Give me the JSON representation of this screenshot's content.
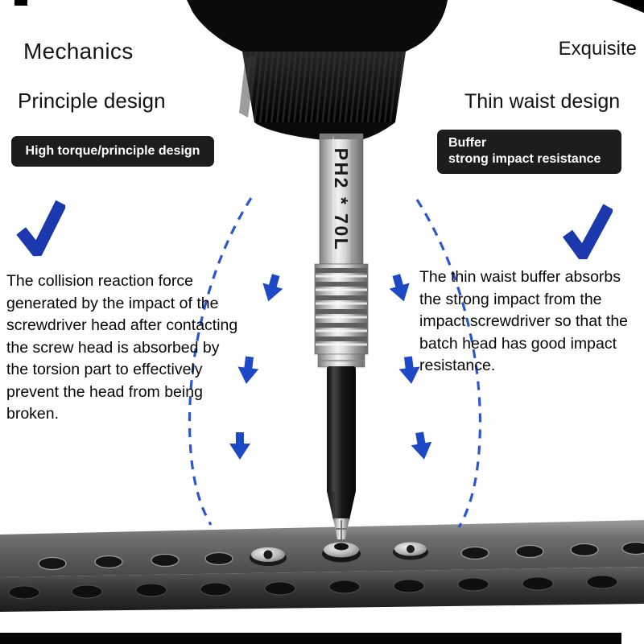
{
  "headings": {
    "left_title": "Mechanics",
    "left_subtitle": "Principle design",
    "right_title": "Exquisite",
    "right_subtitle": "Thin waist design"
  },
  "badges": {
    "left": "High torque/principle design",
    "right_line1": "Buffer",
    "right_line2": "strong impact resistance"
  },
  "paragraphs": {
    "left": "The collision reaction force generated by the impact of the screwdriver head after contacting the screw head is absorbed by the torsion part to effectively prevent the head from being broken.",
    "right": "The thin waist buffer absorbs the strong impact from the impact screwdriver so that the batch head has good impact resistance."
  },
  "product": {
    "bit_label": "PH2 * 70L"
  },
  "colors": {
    "accent_blue_check": "#1b39ad",
    "accent_blue_arrow": "#1e49c6",
    "dash_blue": "#2a57d0",
    "badge_bg": "#1d1d1d",
    "text_dark": "#060606"
  },
  "icons": {
    "left_check": "check-icon",
    "right_check": "check-icon",
    "flow_arrows": "arrow-down-icon"
  }
}
